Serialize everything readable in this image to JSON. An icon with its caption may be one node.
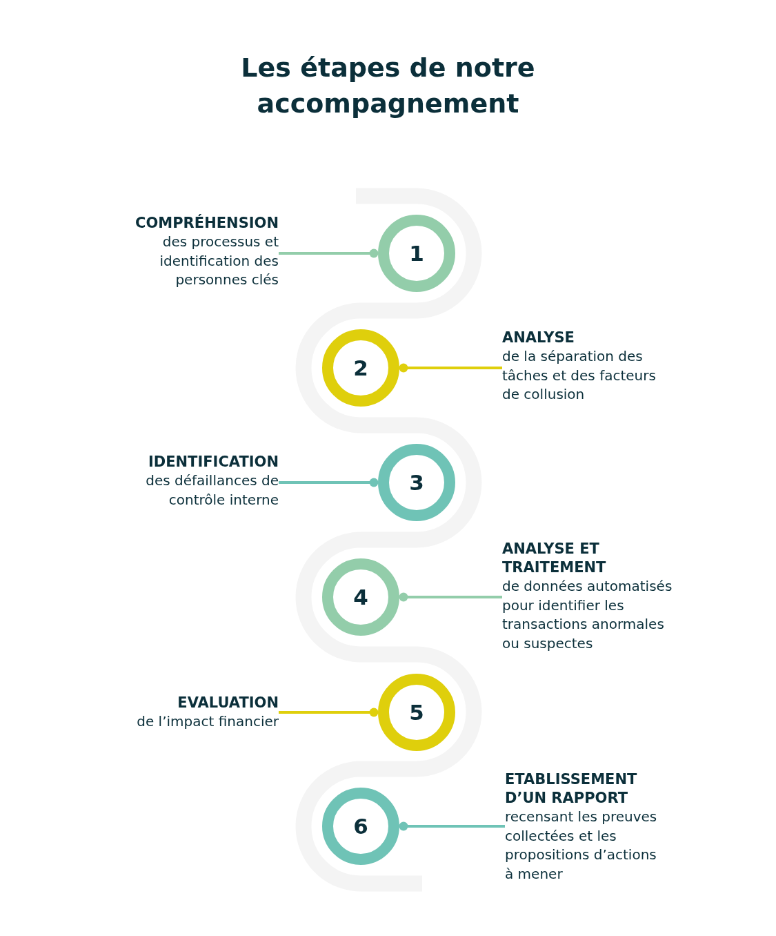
{
  "diagram": {
    "title": "Les étapes de notre accompagnement",
    "nodes": [
      {
        "text": [
          "COMPRÉHENSION",
          "des processus et identification des personnes clés"
        ]
      },
      {
        "text": [
          "1"
        ]
      },
      {
        "text": [
          "2"
        ]
      },
      {
        "text": [
          "ANALYSE",
          "de la séparation des tâches et des facteurs de collusion"
        ]
      },
      {
        "text": [
          "IDENTIFICATION",
          "des défaillances de contrôle interne"
        ]
      },
      {
        "text": [
          "3"
        ]
      },
      {
        "text": [
          "4"
        ]
      },
      {
        "text": [
          "ANALYSE ET TRAITEMENT",
          "de données automatisés pour identifier les transactions anormales ou suspectes"
        ]
      },
      {
        "text": [
          "EVALUATION",
          "de l’impact financier"
        ]
      },
      {
        "text": [
          "5"
        ]
      },
      {
        "text": [
          "6"
        ]
      },
      {
        "text": [
          "ETABLISSEMENT D’UN RAPPORT",
          "recensant les preuves collectées et les propositions d’actions à mener"
        ]
      }
    ],
    "edges": [
      {
        "from": 0,
        "to": 1,
        "arrow": "other",
        "color": "#93cdaa"
      },
      {
        "from": 3,
        "to": 2,
        "arrow": "other",
        "color": "#dfcf0c"
      },
      {
        "from": 4,
        "to": 5,
        "arrow": "other",
        "color": "#6fc3b6"
      },
      {
        "from": 7,
        "to": 6,
        "arrow": "other",
        "color": "#93cdaa"
      },
      {
        "from": 8,
        "to": 9,
        "arrow": "other",
        "color": "#dfcf0c"
      },
      {
        "from": 11,
        "to": 10,
        "arrow": "other",
        "color": "#6fc3b6"
      }
    ]
  }
}
